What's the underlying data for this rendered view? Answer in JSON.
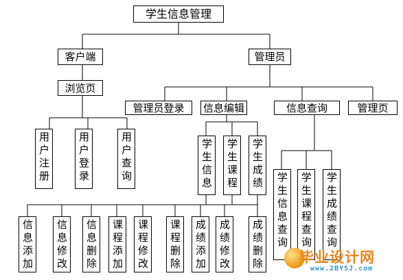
{
  "nodes": {
    "root": "学生信息管理",
    "client": "客户端",
    "admin": "管理员",
    "browse": "浏览页",
    "user_register": "用户注册",
    "user_login": "用户登录",
    "user_query": "用户查询",
    "admin_login": "管理员登录",
    "info_edit": "信息编辑",
    "info_query": "信息查询",
    "admin_page": "管理页",
    "student_info": "学生信息",
    "student_course": "学生课程",
    "student_score": "学生成绩",
    "q_info": "学生信息查询",
    "q_course": "学生课程查询",
    "q_score": "学生成绩查询",
    "op_info_add": "信息添加",
    "op_info_edit": "信息修改",
    "op_info_del": "信息删除",
    "op_course_add": "课程添加",
    "op_course_edit": "课程修改",
    "op_course_del": "课程删除",
    "op_score_add": "成绩添加",
    "op_score_edit": "成绩修改",
    "op_score_del": "成绩删除"
  },
  "watermark": {
    "title": "毕业设计网",
    "url": "www.2BYSJ.com"
  }
}
